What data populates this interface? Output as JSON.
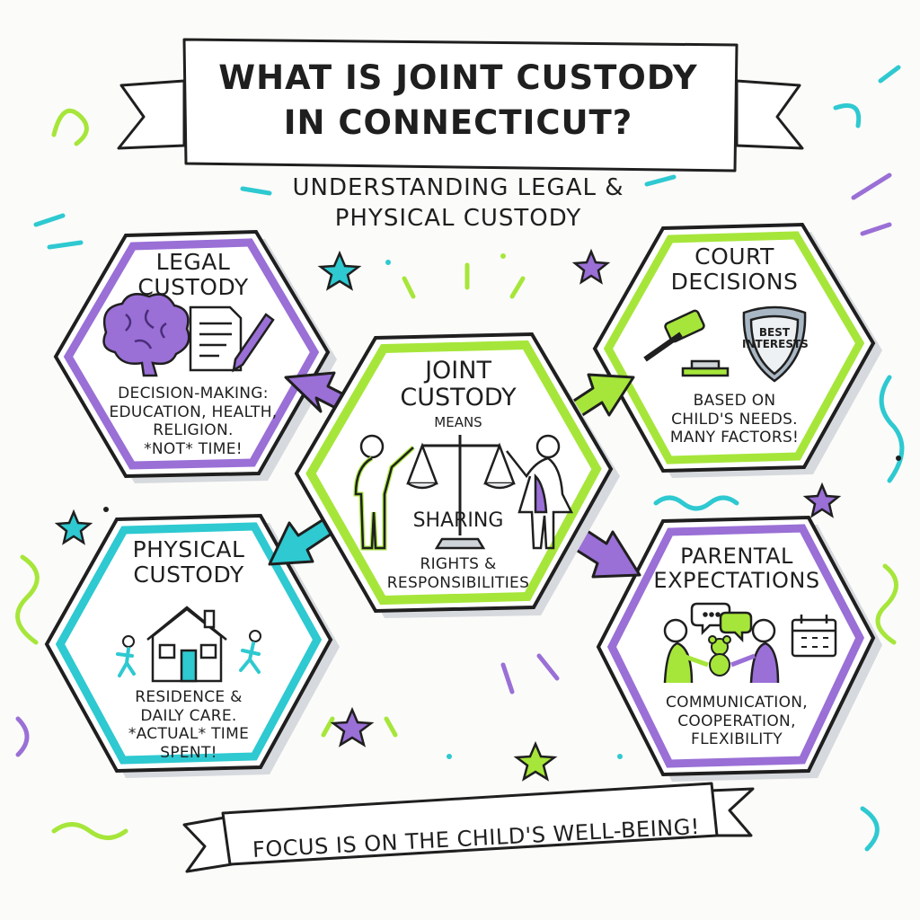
{
  "header": {
    "title_line1": "WHAT IS JOINT CUSTODY",
    "title_line2": "IN CONNECTICUT?",
    "subtitle_line1": "UNDERSTANDING LEGAL &",
    "subtitle_line2": "PHYSICAL CUSTODY"
  },
  "center": {
    "title_line1": "JOINT",
    "title_line2": "CUSTODY",
    "means": "MEANS",
    "sharing": "SHARING",
    "rights_line1": "RIGHTS &",
    "rights_line2": "RESPONSIBILITIES"
  },
  "legal": {
    "title_line1": "LEGAL",
    "title_line2": "CUSTODY",
    "body_line1": "DECISION-MAKING:",
    "body_line2": "EDUCATION, HEALTH,",
    "body_line3": "RELIGION.",
    "body_line4": "*NOT* TIME!"
  },
  "court": {
    "title_line1": "COURT",
    "title_line2": "DECISIONS",
    "badge_line1": "BEST",
    "badge_line2": "INTERESTS",
    "body_line1": "BASED ON",
    "body_line2": "CHILD'S NEEDS.",
    "body_line3": "MANY FACTORS!"
  },
  "physical": {
    "title_line1": "PHYSICAL",
    "title_line2": "CUSTODY",
    "body_line1": "RESIDENCE &",
    "body_line2": "DAILY CARE.",
    "body_line3": "*ACTUAL* TIME",
    "body_line4": "SPENT!"
  },
  "parental": {
    "title_line1": "PARENTAL",
    "title_line2": "EXPECTATIONS",
    "body_line1": "COMMUNICATION,",
    "body_line2": "COOPERATION,",
    "body_line3": "FLEXIBILITY"
  },
  "footer": {
    "banner": "FOCUS IS ON THE CHILD'S WELL-BEING!"
  },
  "colors": {
    "purple": "#9a6fd6",
    "lime": "#a6e63a",
    "teal": "#2ec9d1",
    "ink": "#1f1f1f",
    "gray": "#8f9aa3"
  }
}
